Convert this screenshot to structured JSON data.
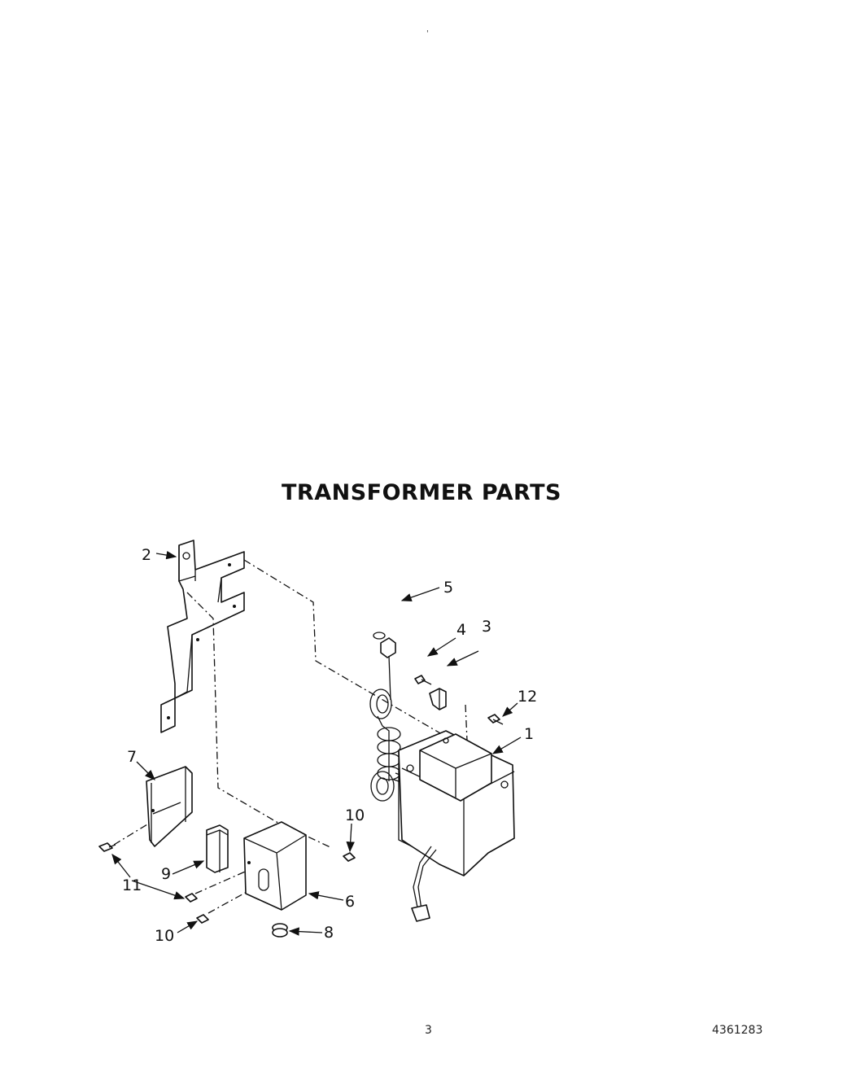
{
  "title": "TRANSFORMER PARTS",
  "footer": {
    "page_number": "3",
    "doc_number": "4361283"
  },
  "mark": "'",
  "callouts": {
    "c1": "1",
    "c2": "2",
    "c3": "3",
    "c4": "4",
    "c5": "5",
    "c6": "6",
    "c7": "7",
    "c8": "8",
    "c9": "9",
    "c10a": "10",
    "c10b": "10",
    "c11": "11",
    "c12": "12"
  }
}
